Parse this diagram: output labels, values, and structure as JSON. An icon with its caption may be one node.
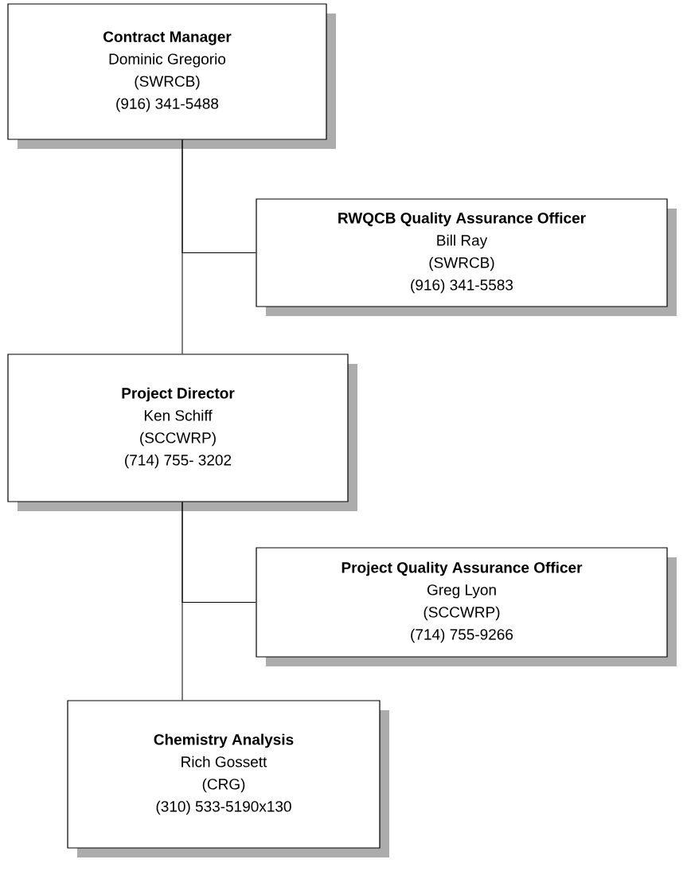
{
  "diagram": {
    "nodes": [
      {
        "text": [
          "Contract Manager",
          "Dominic Gregorio",
          "(SWRCB)",
          "(916) 341-5488"
        ]
      },
      {
        "text": [
          "RWQCB Quality Assurance Officer",
          "Bill Ray",
          "(SWRCB)",
          "(916) 341-5583"
        ]
      },
      {
        "text": [
          "Project Director",
          "Ken Schiff",
          "(SCCWRP)",
          "(714) 755- 3202"
        ]
      },
      {
        "text": [
          "Project Quality Assurance Officer",
          "Greg Lyon",
          "(SCCWRP)",
          "(714) 755-9266"
        ]
      },
      {
        "text": [
          "Chemistry Analysis",
          "Rich Gossett",
          "(CRG)",
          "(310) 533-5190x130"
        ]
      }
    ],
    "edges": [
      {
        "from": 0,
        "to": 2,
        "arrow": "none"
      },
      {
        "from": 0,
        "to": 1,
        "arrow": "none"
      },
      {
        "from": 2,
        "to": 4,
        "arrow": "none"
      },
      {
        "from": 2,
        "to": 3,
        "arrow": "none"
      }
    ]
  }
}
